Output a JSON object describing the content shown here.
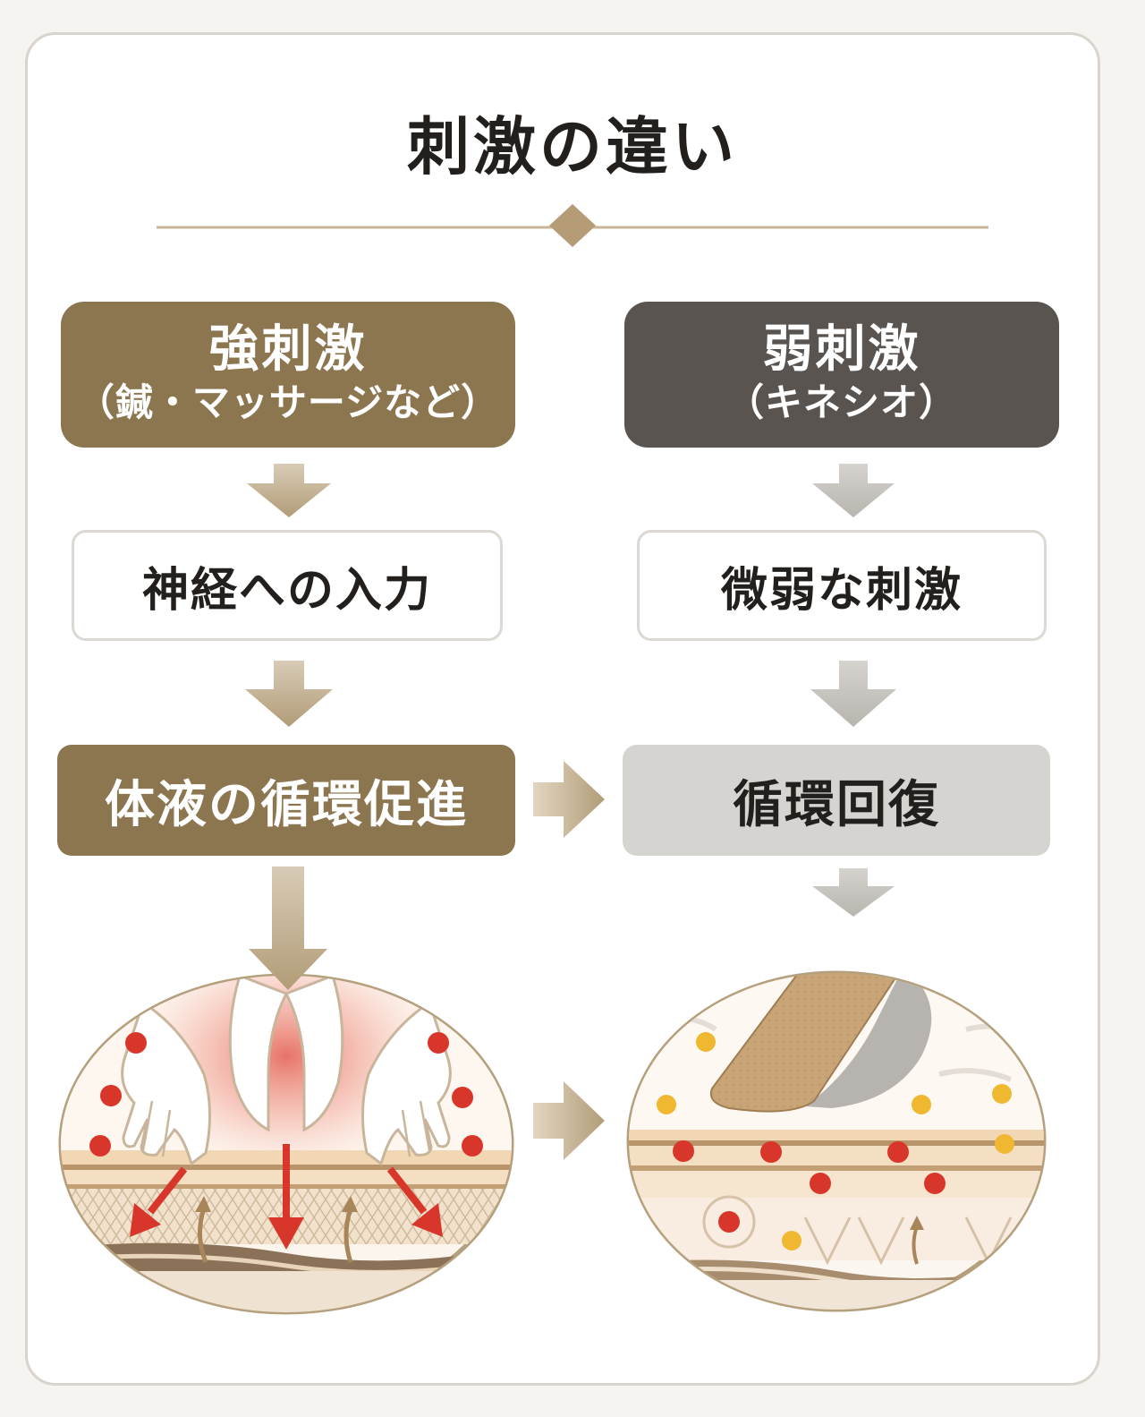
{
  "title": "刺激の違い",
  "left": {
    "header_main": "強刺激",
    "header_sub": "（鍼・マッサージなど）",
    "step1": "神経への入力",
    "step2": "体液の循環促進"
  },
  "right": {
    "header_main": "弱刺激",
    "header_sub": "（キネシオ）",
    "step1": "微弱な刺激",
    "step2": "循環回復"
  },
  "colors": {
    "gold": "#8c7650",
    "dark_gray": "#595450",
    "light_gray": "#d6d4d1",
    "arrow_gold": "#bba98c",
    "arrow_gray": "#c4c1bc",
    "blood_red": "#d9362b",
    "yellow_dot": "#f0b830"
  },
  "icons": {
    "left_illustration": "hands-massaging-skin-icon",
    "right_illustration": "kinesio-tape-on-skin-icon"
  }
}
